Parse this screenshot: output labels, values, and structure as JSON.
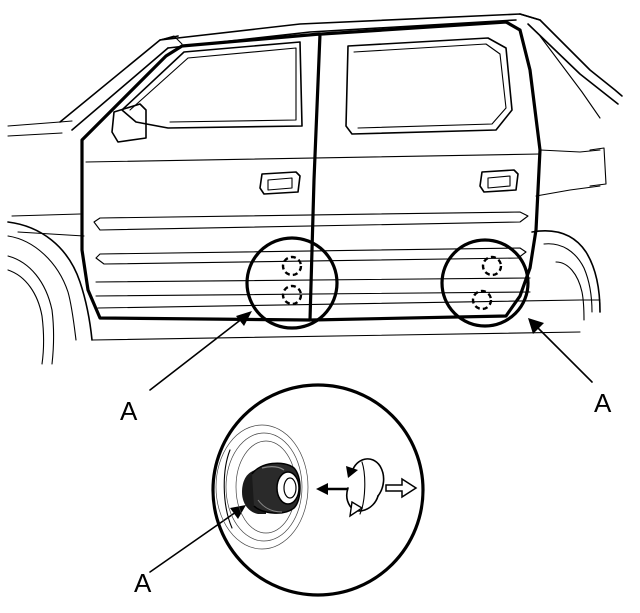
{
  "callouts": {
    "front_label": "A",
    "rear_label": "A",
    "detail_label": "A"
  }
}
